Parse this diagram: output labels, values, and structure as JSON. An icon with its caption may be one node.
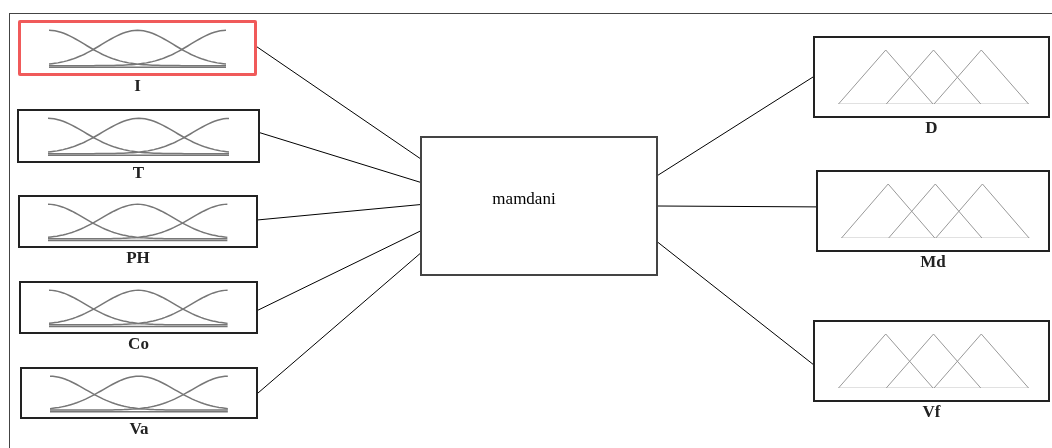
{
  "diagram": {
    "nodes": [
      {
        "text": [
          "I"
        ]
      },
      {
        "text": [
          "T"
        ]
      },
      {
        "text": [
          "PH"
        ]
      },
      {
        "text": [
          "Co"
        ]
      },
      {
        "text": [
          "Va"
        ]
      },
      {
        "text": [
          "mamdani"
        ]
      },
      {
        "text": [
          "D"
        ]
      },
      {
        "text": [
          "Md"
        ]
      },
      {
        "text": [
          "Vf"
        ]
      }
    ],
    "edges": [
      {
        "from": 0,
        "to": 5,
        "arrow": "none"
      },
      {
        "from": 1,
        "to": 5,
        "arrow": "none"
      },
      {
        "from": 2,
        "to": 5,
        "arrow": "none"
      },
      {
        "from": 3,
        "to": 5,
        "arrow": "none"
      },
      {
        "from": 4,
        "to": 5,
        "arrow": "none"
      },
      {
        "from": 5,
        "to": 6,
        "arrow": "none"
      },
      {
        "from": 5,
        "to": 7,
        "arrow": "none"
      },
      {
        "from": 5,
        "to": 8,
        "arrow": "none"
      }
    ]
  }
}
